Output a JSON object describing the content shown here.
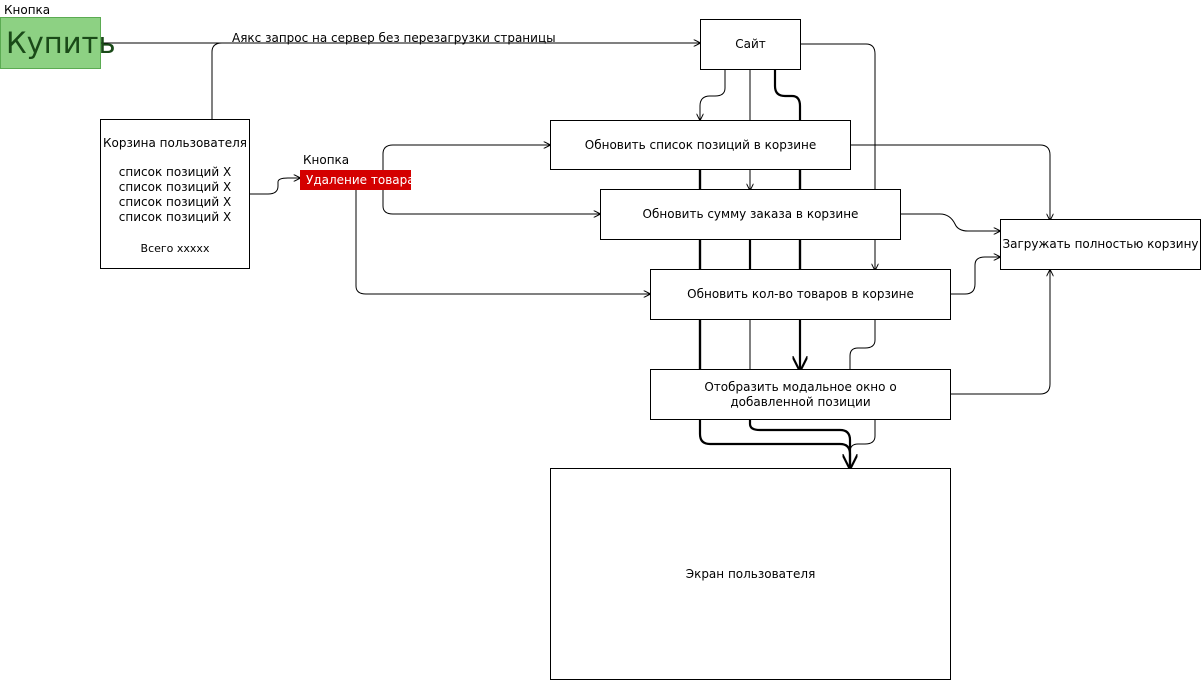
{
  "buy_button": {
    "caption": "Кнопка",
    "label": "Купить"
  },
  "ajax_note": "Аякс запрос на сервер без перезагрузки страницы",
  "cart": {
    "title": "Корзина пользователя",
    "items": [
      "список позиций X",
      "список позиций X",
      "список позиций X",
      "список позиций X"
    ],
    "total": "Всего xxxxx"
  },
  "delete_button": {
    "caption": "Кнопка",
    "label": "Удаление товара"
  },
  "nodes": {
    "site": "Сайт",
    "update_list": "Обновить список позиций в корзине",
    "update_sum": "Обновить сумму заказа в корзине",
    "update_count": "Обновить кол-во товаров в корзине",
    "show_modal": "Отобразить модальное окно о добавленной позиции",
    "reload_cart": "Загружать полностью корзину",
    "user_screen": "Экран пользователя"
  },
  "colors": {
    "buy_bg": "#8dd183",
    "delete_bg": "#d40000",
    "stroke": "#000000"
  }
}
